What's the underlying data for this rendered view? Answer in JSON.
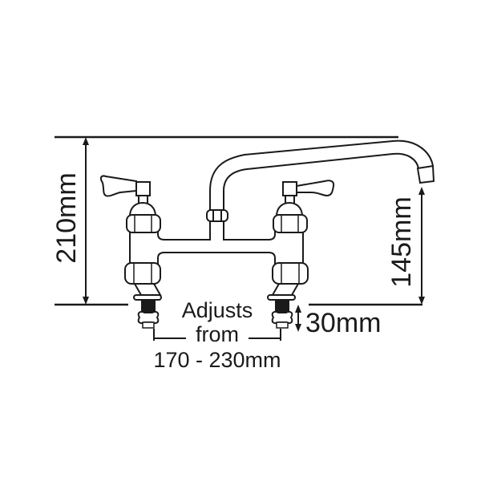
{
  "diagram": {
    "subject": "Deck-mounted twin lever tap with swivel spout",
    "colors": {
      "line": "#1a1a1a",
      "background": "#ffffff"
    },
    "dimensions": {
      "overall_height": "210mm",
      "spout_height": "145mm",
      "shank_length": "30mm",
      "centres_line1": "Adjusts",
      "centres_line2": "from",
      "centres_line3": "170 - 230mm"
    }
  }
}
